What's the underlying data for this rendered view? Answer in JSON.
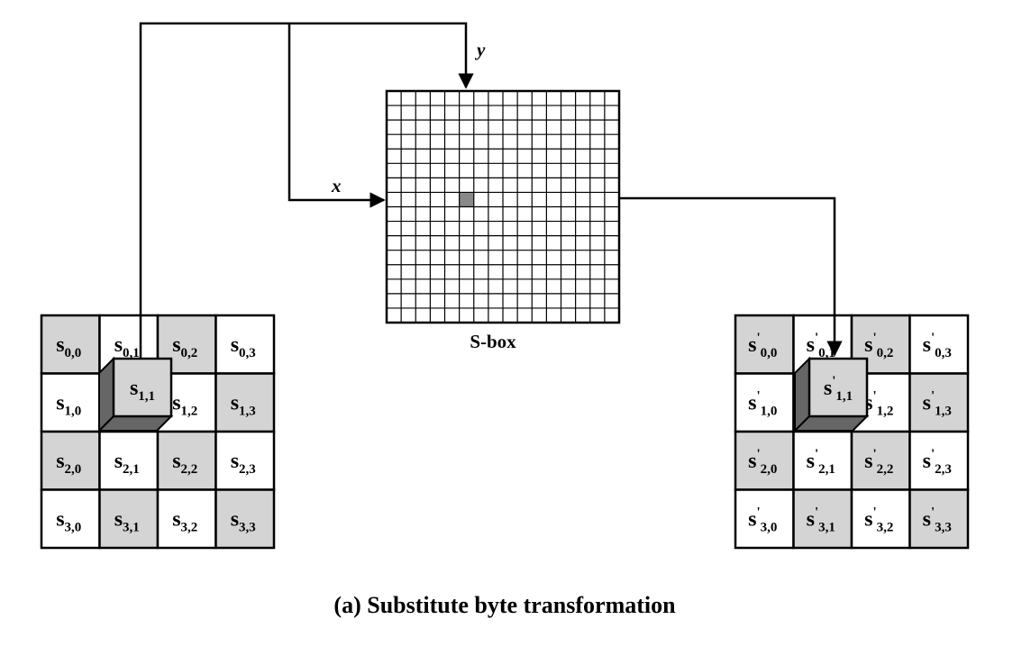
{
  "labels": {
    "x_label": "x",
    "y_label": "y",
    "sbox_label": "S-box",
    "caption": "(a) Substitute byte transformation",
    "popped_left": {
      "base": "s",
      "sub": "1,1"
    },
    "popped_right": {
      "base": "s",
      "prime": "'",
      "sub": "1,1"
    }
  },
  "colors": {
    "shaded": "#d4d4d4",
    "highlight": "#888888",
    "line": "#000000",
    "cube_side": "#666666"
  },
  "sbox": {
    "rows": 16,
    "cols": 16,
    "highlight_row": 7,
    "highlight_col": 5
  },
  "left_state": {
    "prime": false,
    "cells": [
      [
        {
          "sub": "0,0",
          "shaded": true
        },
        {
          "sub": "0,1",
          "shaded": false
        },
        {
          "sub": "0,2",
          "shaded": true
        },
        {
          "sub": "0,3",
          "shaded": false
        }
      ],
      [
        {
          "sub": "1,0",
          "shaded": false
        },
        {
          "sub": "1,1",
          "shaded": true
        },
        {
          "sub": "1,2",
          "shaded": false
        },
        {
          "sub": "1,3",
          "shaded": true
        }
      ],
      [
        {
          "sub": "2,0",
          "shaded": true
        },
        {
          "sub": "2,1",
          "shaded": false
        },
        {
          "sub": "2,2",
          "shaded": true
        },
        {
          "sub": "2,3",
          "shaded": false
        }
      ],
      [
        {
          "sub": "3,0",
          "shaded": false
        },
        {
          "sub": "3,1",
          "shaded": true
        },
        {
          "sub": "3,2",
          "shaded": false
        },
        {
          "sub": "3,3",
          "shaded": true
        }
      ]
    ]
  },
  "right_state": {
    "prime": true,
    "cells": [
      [
        {
          "sub": "0,0",
          "shaded": true
        },
        {
          "sub": "0,1",
          "shaded": false
        },
        {
          "sub": "0,2",
          "shaded": true
        },
        {
          "sub": "0,3",
          "shaded": false
        }
      ],
      [
        {
          "sub": "1,0",
          "shaded": false
        },
        {
          "sub": "1,1",
          "shaded": true
        },
        {
          "sub": "1,2",
          "shaded": false
        },
        {
          "sub": "1,3",
          "shaded": true
        }
      ],
      [
        {
          "sub": "2,0",
          "shaded": true
        },
        {
          "sub": "2,1",
          "shaded": false
        },
        {
          "sub": "2,2",
          "shaded": true
        },
        {
          "sub": "2,3",
          "shaded": false
        }
      ],
      [
        {
          "sub": "3,0",
          "shaded": false
        },
        {
          "sub": "3,1",
          "shaded": true
        },
        {
          "sub": "3,2",
          "shaded": false
        },
        {
          "sub": "3,3",
          "shaded": true
        }
      ]
    ]
  }
}
